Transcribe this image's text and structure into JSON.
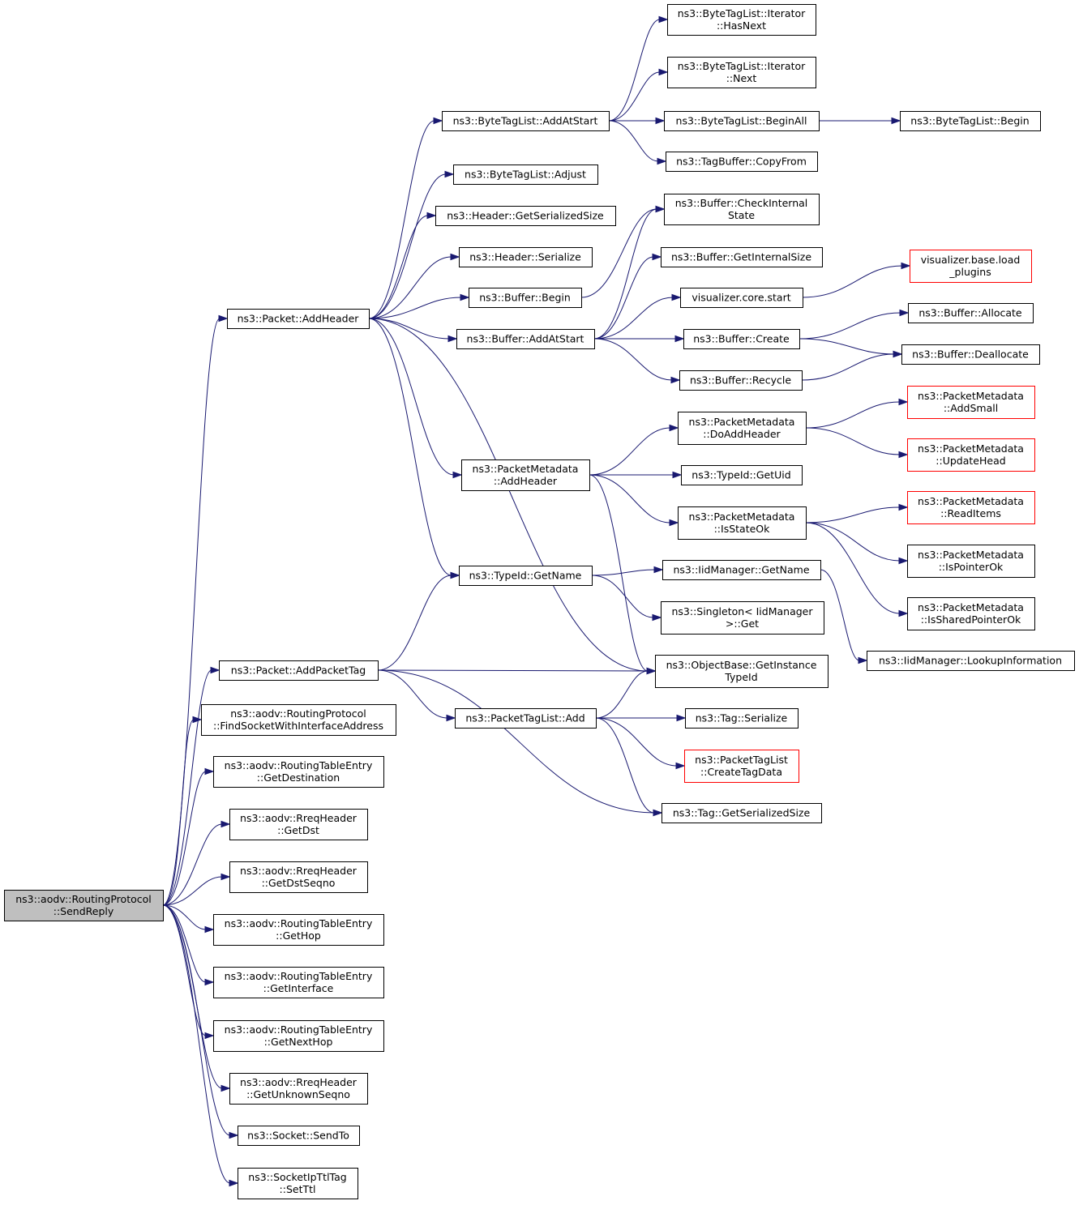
{
  "nodes": {
    "root": [
      "ns3::aodv::RoutingProtocol",
      "::SendReply"
    ],
    "addHeader": [
      "ns3::Packet::AddHeader"
    ],
    "addPacketTag": [
      "ns3::Packet::AddPacketTag"
    ],
    "findSocket": [
      "ns3::aodv::RoutingProtocol",
      "::FindSocketWithInterfaceAddress"
    ],
    "rteGetDestination": [
      "ns3::aodv::RoutingTableEntry",
      "::GetDestination"
    ],
    "rreqGetDst": [
      "ns3::aodv::RreqHeader",
      "::GetDst"
    ],
    "rreqGetDstSeqno": [
      "ns3::aodv::RreqHeader",
      "::GetDstSeqno"
    ],
    "rteGetHop": [
      "ns3::aodv::RoutingTableEntry",
      "::GetHop"
    ],
    "rteGetInterface": [
      "ns3::aodv::RoutingTableEntry",
      "::GetInterface"
    ],
    "rteGetNextHop": [
      "ns3::aodv::RoutingTableEntry",
      "::GetNextHop"
    ],
    "rreqGetUnknownSeqno": [
      "ns3::aodv::RreqHeader",
      "::GetUnknownSeqno"
    ],
    "socketSendTo": [
      "ns3::Socket::SendTo"
    ],
    "ttlSetTtl": [
      "ns3::SocketIpTtlTag",
      "::SetTtl"
    ],
    "btlAddAtStart": [
      "ns3::ByteTagList::AddAtStart"
    ],
    "btlAdjust": [
      "ns3::ByteTagList::Adjust"
    ],
    "hdrGetSerSize": [
      "ns3::Header::GetSerializedSize"
    ],
    "hdrSerialize": [
      "ns3::Header::Serialize"
    ],
    "bufBegin": [
      "ns3::Buffer::Begin"
    ],
    "bufAddAtStart": [
      "ns3::Buffer::AddAtStart"
    ],
    "pmAddHeader": [
      "ns3::PacketMetadata",
      "::AddHeader"
    ],
    "typeIdGetName": [
      "ns3::TypeId::GetName"
    ],
    "ptlAdd": [
      "ns3::PacketTagList::Add"
    ],
    "itHasNext": [
      "ns3::ByteTagList::Iterator",
      "::HasNext"
    ],
    "itNext": [
      "ns3::ByteTagList::Iterator",
      "::Next"
    ],
    "btlBeginAll": [
      "ns3::ByteTagList::BeginAll"
    ],
    "btlBegin": [
      "ns3::ByteTagList::Begin"
    ],
    "tbCopyFrom": [
      "ns3::TagBuffer::CopyFrom"
    ],
    "bufCheckInternal": [
      "ns3::Buffer::CheckInternal",
      "State"
    ],
    "bufGetInternalSize": [
      "ns3::Buffer::GetInternalSize"
    ],
    "vizCoreStart": [
      "visualizer.core.start"
    ],
    "vizLoadPlugins": [
      "visualizer.base.load",
      "_plugins"
    ],
    "bufCreate": [
      "ns3::Buffer::Create"
    ],
    "bufRecycle": [
      "ns3::Buffer::Recycle"
    ],
    "bufAllocate": [
      "ns3::Buffer::Allocate"
    ],
    "bufDeallocate": [
      "ns3::Buffer::Deallocate"
    ],
    "pmDoAddHeader": [
      "ns3::PacketMetadata",
      "::DoAddHeader"
    ],
    "pmAddSmall": [
      "ns3::PacketMetadata",
      "::AddSmall"
    ],
    "pmUpdateHead": [
      "ns3::PacketMetadata",
      "::UpdateHead"
    ],
    "typeIdGetUid": [
      "ns3::TypeId::GetUid"
    ],
    "pmIsStateOk": [
      "ns3::PacketMetadata",
      "::IsStateOk"
    ],
    "pmReadItems": [
      "ns3::PacketMetadata",
      "::ReadItems"
    ],
    "pmIsPointerOk": [
      "ns3::PacketMetadata",
      "::IsPointerOk"
    ],
    "pmIsSharedPointerOk": [
      "ns3::PacketMetadata",
      "::IsSharedPointerOk"
    ],
    "iidGetName": [
      "ns3::IidManager::GetName"
    ],
    "singletonGet": [
      "ns3::Singleton< IidManager",
      ">::Get"
    ],
    "iidLookup": [
      "ns3::IidManager::LookupInformation"
    ],
    "objGetInstanceTypeId": [
      "ns3::ObjectBase::GetInstance",
      "TypeId"
    ],
    "tagSerialize": [
      "ns3::Tag::Serialize"
    ],
    "ptlCreateTagData": [
      "ns3::PacketTagList",
      "::CreateTagData"
    ],
    "tagGetSerSize": [
      "ns3::Tag::GetSerializedSize"
    ]
  },
  "edges": [
    [
      "root",
      "addHeader"
    ],
    [
      "root",
      "addPacketTag"
    ],
    [
      "root",
      "findSocket"
    ],
    [
      "root",
      "rteGetDestination"
    ],
    [
      "root",
      "rreqGetDst"
    ],
    [
      "root",
      "rreqGetDstSeqno"
    ],
    [
      "root",
      "rteGetHop"
    ],
    [
      "root",
      "rteGetInterface"
    ],
    [
      "root",
      "rteGetNextHop"
    ],
    [
      "root",
      "rreqGetUnknownSeqno"
    ],
    [
      "root",
      "socketSendTo"
    ],
    [
      "root",
      "ttlSetTtl"
    ],
    [
      "addHeader",
      "btlAddAtStart"
    ],
    [
      "addHeader",
      "btlAdjust"
    ],
    [
      "addHeader",
      "hdrGetSerSize"
    ],
    [
      "addHeader",
      "hdrSerialize"
    ],
    [
      "addHeader",
      "bufBegin"
    ],
    [
      "addHeader",
      "bufAddAtStart"
    ],
    [
      "addHeader",
      "pmAddHeader"
    ],
    [
      "addHeader",
      "typeIdGetName"
    ],
    [
      "addHeader",
      "objGetInstanceTypeId"
    ],
    [
      "btlAddAtStart",
      "itHasNext"
    ],
    [
      "btlAddAtStart",
      "itNext"
    ],
    [
      "btlAddAtStart",
      "btlBeginAll"
    ],
    [
      "btlAddAtStart",
      "tbCopyFrom"
    ],
    [
      "btlBeginAll",
      "btlBegin"
    ],
    [
      "bufBegin",
      "bufCheckInternal"
    ],
    [
      "bufAddAtStart",
      "bufCheckInternal"
    ],
    [
      "bufAddAtStart",
      "bufGetInternalSize"
    ],
    [
      "bufAddAtStart",
      "vizCoreStart"
    ],
    [
      "bufAddAtStart",
      "bufCreate"
    ],
    [
      "bufAddAtStart",
      "bufRecycle"
    ],
    [
      "vizCoreStart",
      "vizLoadPlugins"
    ],
    [
      "bufCreate",
      "bufAllocate"
    ],
    [
      "bufCreate",
      "bufDeallocate"
    ],
    [
      "bufRecycle",
      "bufDeallocate"
    ],
    [
      "pmAddHeader",
      "pmDoAddHeader"
    ],
    [
      "pmAddHeader",
      "typeIdGetUid"
    ],
    [
      "pmAddHeader",
      "pmIsStateOk"
    ],
    [
      "pmAddHeader",
      "objGetInstanceTypeId"
    ],
    [
      "pmDoAddHeader",
      "pmAddSmall"
    ],
    [
      "pmDoAddHeader",
      "pmUpdateHead"
    ],
    [
      "pmIsStateOk",
      "pmReadItems"
    ],
    [
      "pmIsStateOk",
      "pmIsPointerOk"
    ],
    [
      "pmIsStateOk",
      "pmIsSharedPointerOk"
    ],
    [
      "typeIdGetName",
      "iidGetName"
    ],
    [
      "typeIdGetName",
      "singletonGet"
    ],
    [
      "iidGetName",
      "iidLookup"
    ],
    [
      "addPacketTag",
      "typeIdGetName"
    ],
    [
      "addPacketTag",
      "objGetInstanceTypeId"
    ],
    [
      "addPacketTag",
      "ptlAdd"
    ],
    [
      "addPacketTag",
      "tagGetSerSize"
    ],
    [
      "ptlAdd",
      "objGetInstanceTypeId"
    ],
    [
      "ptlAdd",
      "tagSerialize"
    ],
    [
      "ptlAdd",
      "ptlCreateTagData"
    ],
    [
      "ptlAdd",
      "tagGetSerSize"
    ]
  ],
  "colors": {
    "edge": "#191970",
    "node_border": "#000000",
    "truncated_node_border": "#ff0000",
    "root_fill": "#bfbfbf",
    "node_fill": "#ffffff"
  }
}
